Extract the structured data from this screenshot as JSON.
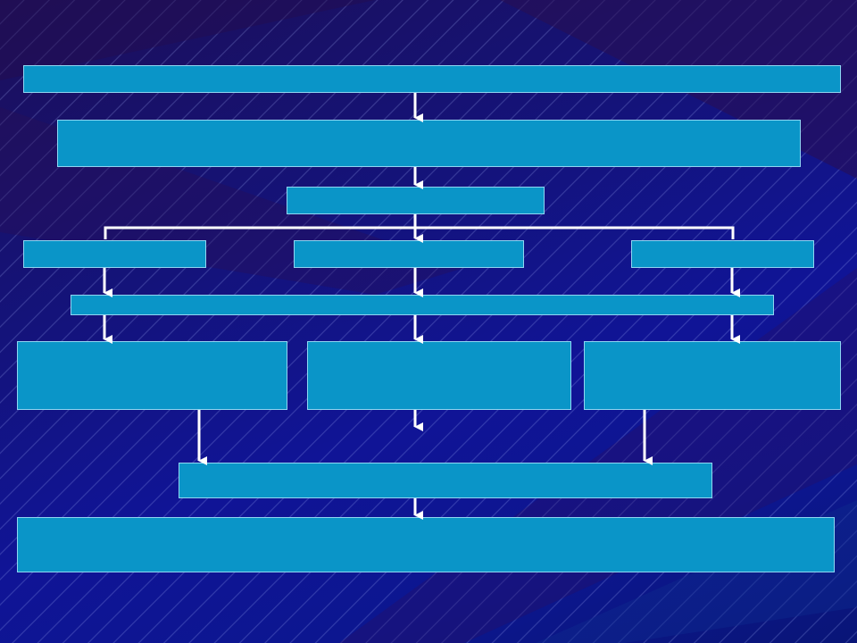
{
  "diagram": {
    "type": "flowchart",
    "background_color": "#12157f",
    "box_color": "#0a95c8",
    "arrow_color": "#ffffff",
    "nodes": [
      {
        "id": "n1",
        "label": ""
      },
      {
        "id": "n2",
        "label": ""
      },
      {
        "id": "n3",
        "label": ""
      },
      {
        "id": "n4a",
        "label": ""
      },
      {
        "id": "n4b",
        "label": ""
      },
      {
        "id": "n4c",
        "label": ""
      },
      {
        "id": "n5",
        "label": ""
      },
      {
        "id": "n6a",
        "label": ""
      },
      {
        "id": "n6b",
        "label": ""
      },
      {
        "id": "n6c",
        "label": ""
      },
      {
        "id": "n7",
        "label": ""
      },
      {
        "id": "n8",
        "label": ""
      }
    ],
    "edges": [
      [
        "n1",
        "n2"
      ],
      [
        "n2",
        "n3"
      ],
      [
        "n3",
        "n4a"
      ],
      [
        "n3",
        "n4b"
      ],
      [
        "n3",
        "n4c"
      ],
      [
        "n4a",
        "n5"
      ],
      [
        "n4b",
        "n5"
      ],
      [
        "n4c",
        "n5"
      ],
      [
        "n5",
        "n6a"
      ],
      [
        "n5",
        "n6b"
      ],
      [
        "n5",
        "n6c"
      ],
      [
        "n6a",
        "n7"
      ],
      [
        "n6b",
        "n7"
      ],
      [
        "n6c",
        "n7"
      ],
      [
        "n7",
        "n8"
      ]
    ]
  }
}
